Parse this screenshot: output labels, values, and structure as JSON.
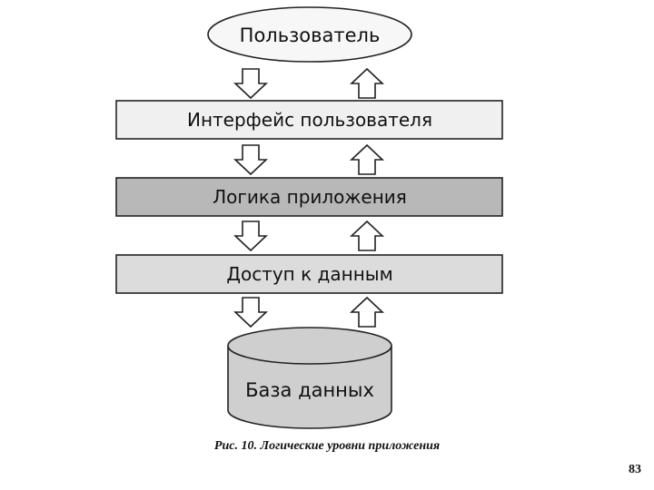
{
  "diagram": {
    "user": "Пользователь",
    "layers": [
      {
        "label": "Интерфейс пользователя"
      },
      {
        "label": "Логика приложения"
      },
      {
        "label": "Доступ к данным"
      }
    ],
    "database": "База данных"
  },
  "caption": "Рис. 10. Логические уровни приложения",
  "page_number": "83",
  "colors": {
    "layer_light": "#f0f0f0",
    "layer_mid": "#b8b8b8",
    "layer_light2": "#dcdcdc",
    "database_fill": "#cfcfcf",
    "user_fill": "#f7f7f7",
    "stroke": "#222222"
  }
}
